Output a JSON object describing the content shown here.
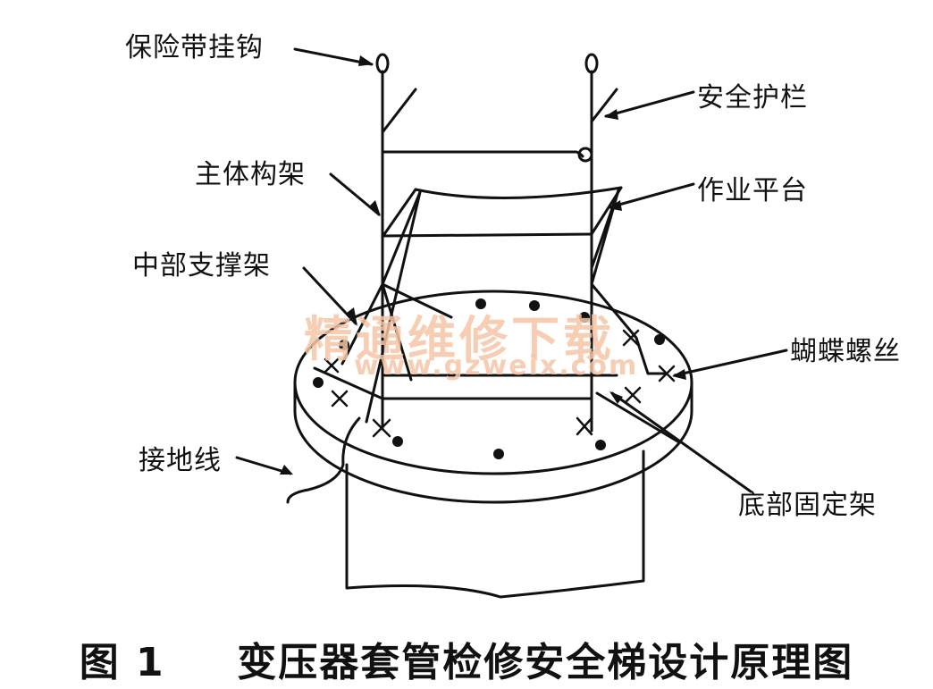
{
  "labels": {
    "hook": "保险带挂钩",
    "guardrail": "安全护栏",
    "main_frame": "主体构架",
    "platform": "作业平台",
    "mid_support": "中部支撑架",
    "butterfly_bolt": "蝴蝶螺丝",
    "ground_wire": "接地线",
    "bottom_fixture": "底部固定架"
  },
  "caption": {
    "number": "图 1",
    "title": "变压器套管检修安全梯设计原理图"
  },
  "watermark": {
    "text": "精通维修下载",
    "url": "www.gzweix.com",
    "color": "#f6c6a6"
  }
}
